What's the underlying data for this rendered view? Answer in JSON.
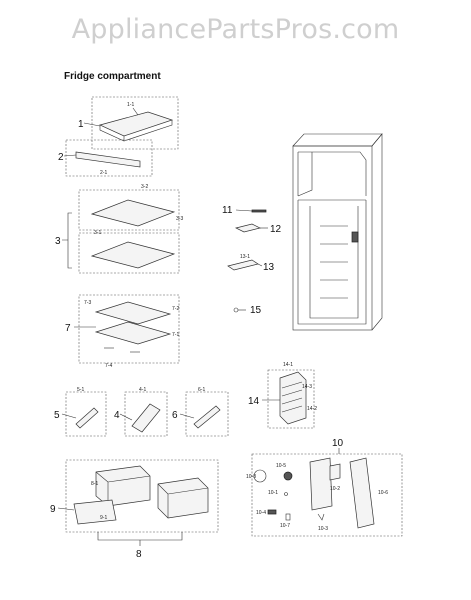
{
  "watermark": "AppliancePartsPros.com",
  "heading": "Fridge compartment",
  "labels": {
    "n1": "1",
    "n1_1": "1-1",
    "n2": "2",
    "n2_1": "2-1",
    "n3": "3",
    "n3_1": "3-1",
    "n3_2": "3-2",
    "n3_3": "3-3",
    "n7": "7",
    "n7_1": "7-1",
    "n7_2": "7-2",
    "n7_3": "7-3",
    "n7_4": "7-4",
    "n5": "5",
    "n5_1": "5-1",
    "n4": "4",
    "n4_1": "4-1",
    "n6": "6",
    "n6_1": "6-1",
    "n8": "8",
    "n8_1": "8-1",
    "n9": "9",
    "n9_1": "9-1",
    "n10": "10",
    "n10_1": "10-1",
    "n10_2": "10-2",
    "n10_3": "10-3",
    "n10_4": "10-4",
    "n10_5": "10-5",
    "n10_6": "10-6",
    "n10_7": "10-7",
    "n10_8": "10-8",
    "n11": "11",
    "n12": "12",
    "n13": "13",
    "n13_1": "13-1",
    "n14": "14",
    "n14_1": "14-1",
    "n14_2": "14-2",
    "n14_3": "14-3",
    "n15": "15"
  }
}
